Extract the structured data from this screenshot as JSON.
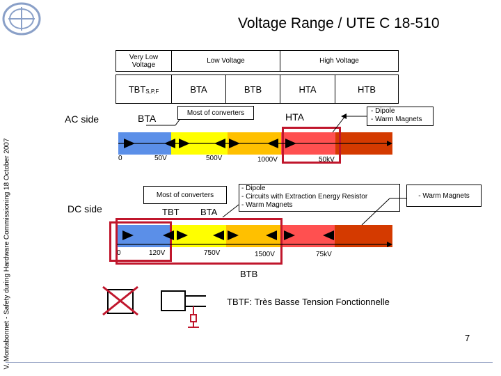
{
  "header": {
    "title": "Voltage Range / UTE C 18-510",
    "side_text": "V. Montabonnet - Safety during Hardware Commissioning 18 October 2007"
  },
  "table": {
    "very_low": "Very Low\nVoltage",
    "low": "Low Voltage",
    "high": "High Voltage",
    "tbt": "TBT",
    "tbt_sub": "S,P,F",
    "bta": "BTA",
    "btb": "BTB",
    "hta": "HTA",
    "htb": "HTB"
  },
  "ac": {
    "side_label": "AC side",
    "bta_label": "BTA",
    "converters_label": "Most of converters",
    "hta_label": "HTA",
    "magnets_label": "- Dipole\n- Warm Magnets",
    "ticks": [
      "0",
      "50V",
      "500V",
      "1000V",
      "50kV"
    ]
  },
  "dc": {
    "side_label": "DC side",
    "converters_label": "Most of converters",
    "tbt_label": "TBT",
    "bta_label": "BTA",
    "circuits_label": "- Dipole\n- Circuits with Extraction Energy Resistor\n- Warm Magnets",
    "warm_label": "- Warm Magnets",
    "ticks": [
      "0",
      "120V",
      "750V",
      "1500V",
      "75kV"
    ],
    "btb_label": "BTB"
  },
  "footer": {
    "tbtf_note": "TBTF: Très Basse Tension Fonctionnelle",
    "page_number": "7"
  },
  "colors": {
    "blue": "#5b8fe8",
    "yellow": "#ffff00",
    "orange": "#ffc000",
    "red": "#ff5050",
    "darkred": "#d43a00",
    "frame": "#c0162c"
  }
}
